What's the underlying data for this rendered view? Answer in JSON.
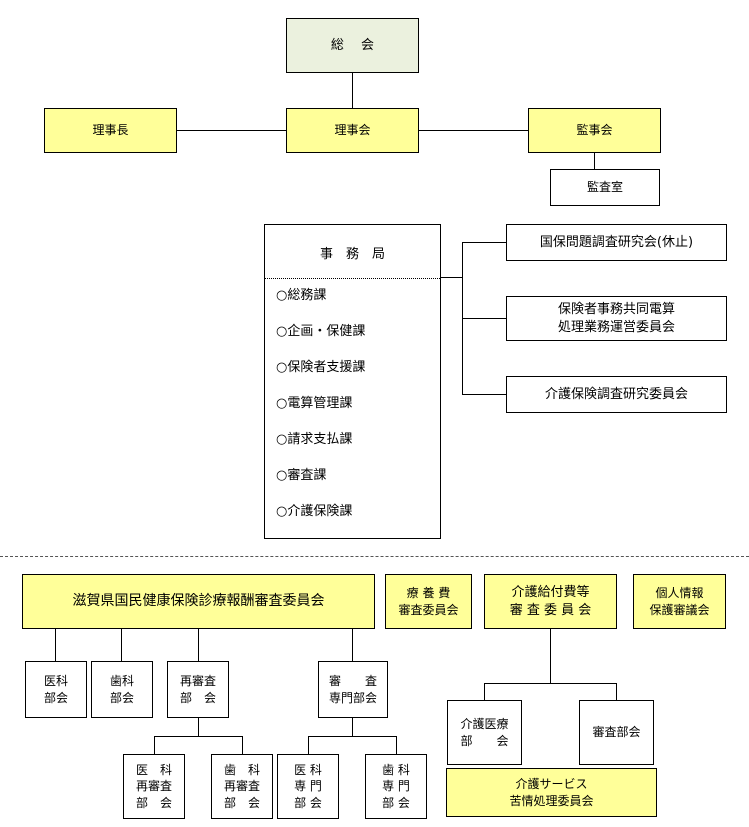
{
  "top": {
    "general_meeting": "総　 会",
    "chairman": "理事長",
    "board": "理事会",
    "auditors": "監事会",
    "audit_office": "監査室"
  },
  "secretariat": {
    "title": "事　務　局",
    "sections": [
      "○総務課",
      "○企画・保健課",
      "○保険者支援課",
      "○電算管理課",
      "○請求支払課",
      "○審査課",
      "○介護保険課"
    ]
  },
  "committees": {
    "research": "国保問題調査研究会(休止)",
    "computing": "保険者事務共同電算\n処理業務運営委員会",
    "care_research": "介護保険調査研究委員会"
  },
  "review": {
    "main": "滋賀県国民健康保険診療報酬審査委員会",
    "medical": "医科\n部会",
    "dental": "歯科\n部会",
    "rereview": "再審査\n部　会",
    "specialist": "審　　査\n専門部会",
    "med_rereview": "医　科\n再審査\n部　会",
    "dent_rereview": "歯　科\n再審査\n部　会",
    "med_specialist": "医 科\n専 門\n部 会",
    "dent_specialist": "歯 科\n専 門\n部 会"
  },
  "other": {
    "medical_care": "療 養 費\n審査委員会",
    "care_benefit": "介護給付費等\n審 査 委 員 会",
    "privacy": "個人情報\n保護審議会",
    "care_medical": "介護医療\n部　　会",
    "examination": "審査部会",
    "care_complaints": "介護サービス\n苦情処理委員会"
  }
}
